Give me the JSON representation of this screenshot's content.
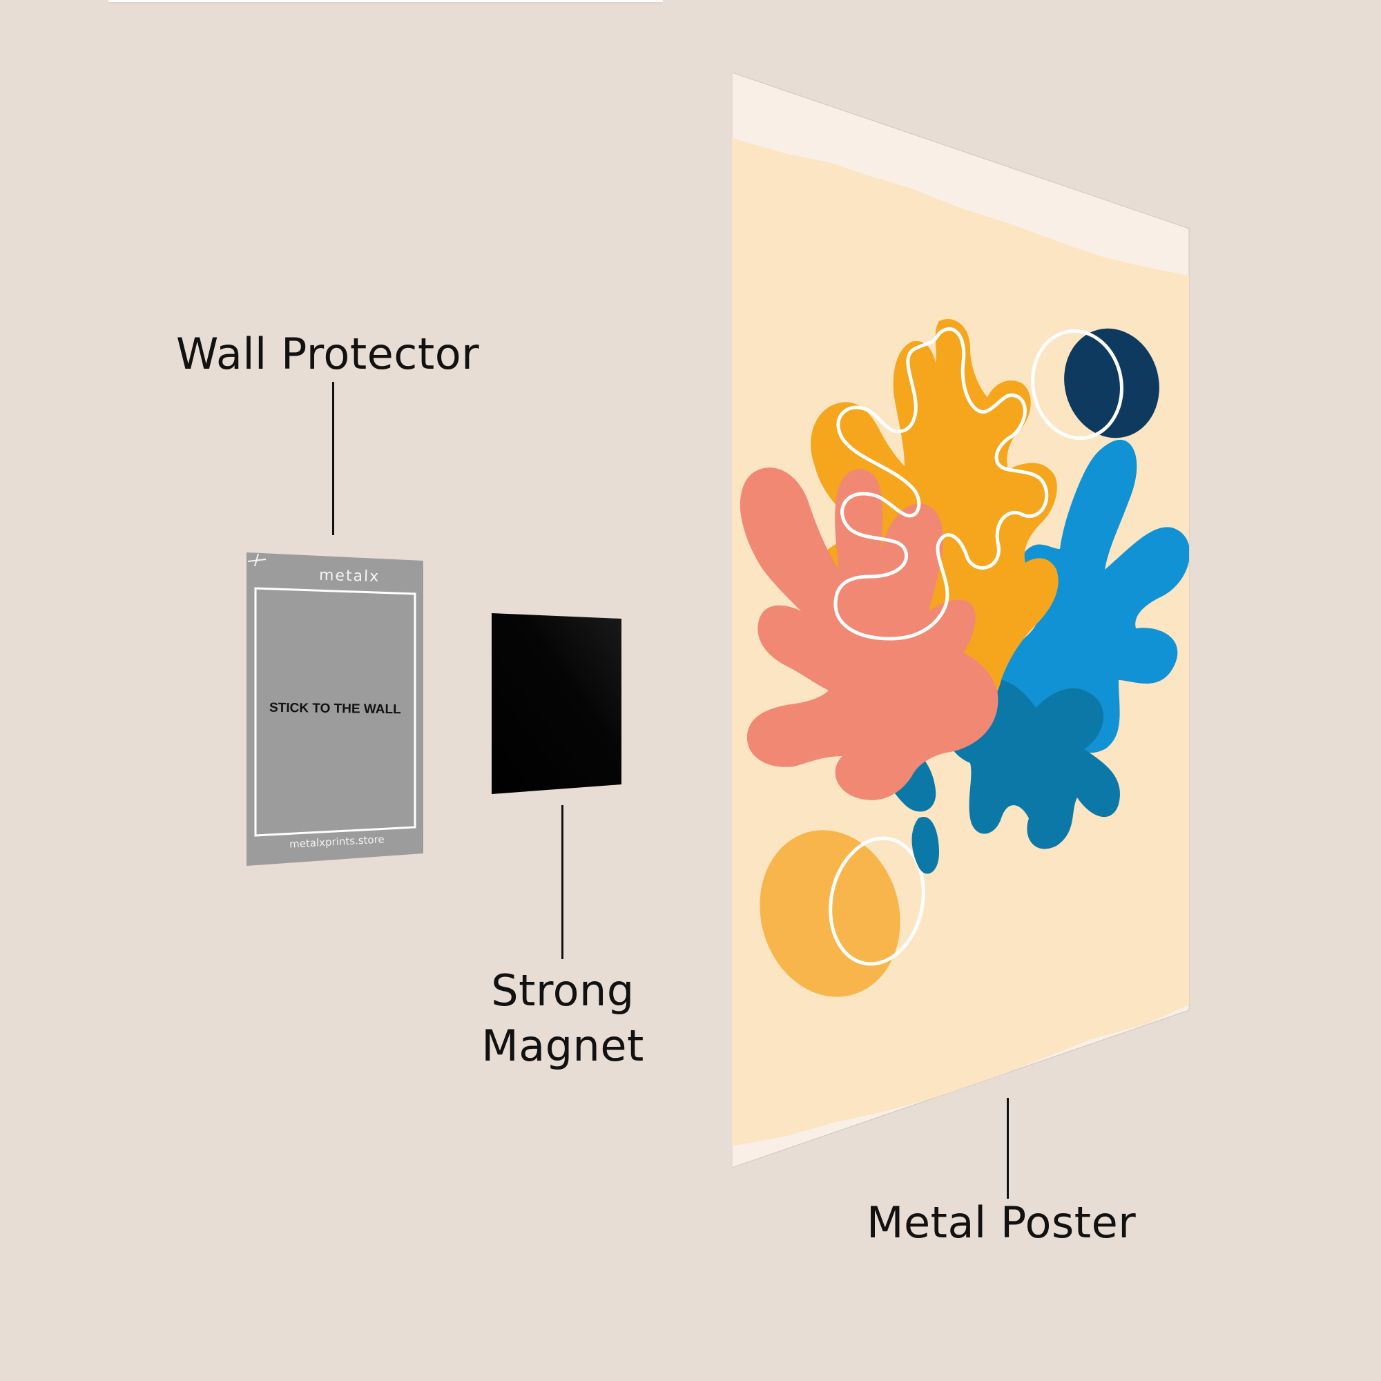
{
  "scene": {
    "background_color": "#e8ddd4",
    "type": "product installation diagram"
  },
  "labels": {
    "wall_protector": "Wall Protector",
    "strong_magnet": "Strong Magnet",
    "metal_poster": "Metal Poster"
  },
  "wall_protector_card": {
    "brand": "metalx",
    "instruction": "STICK TO THE WALL",
    "website": "metalxprints.store",
    "color": "#9c9c9c",
    "frame_color": "#ffffff"
  },
  "magnet": {
    "color": "#050505"
  },
  "poster": {
    "artwork_style": "abstract organic coral shapes",
    "background_color": "#fbe5c3",
    "border_color": "#f9efe6",
    "palette": {
      "orange": "#f5a61d",
      "salmon": "#f08873",
      "sky_blue": "#1192d4",
      "teal_blue": "#0b78a8",
      "navy": "#0d3a5e",
      "light_orange": "#f8b54c",
      "outline": "#ffffff"
    }
  }
}
